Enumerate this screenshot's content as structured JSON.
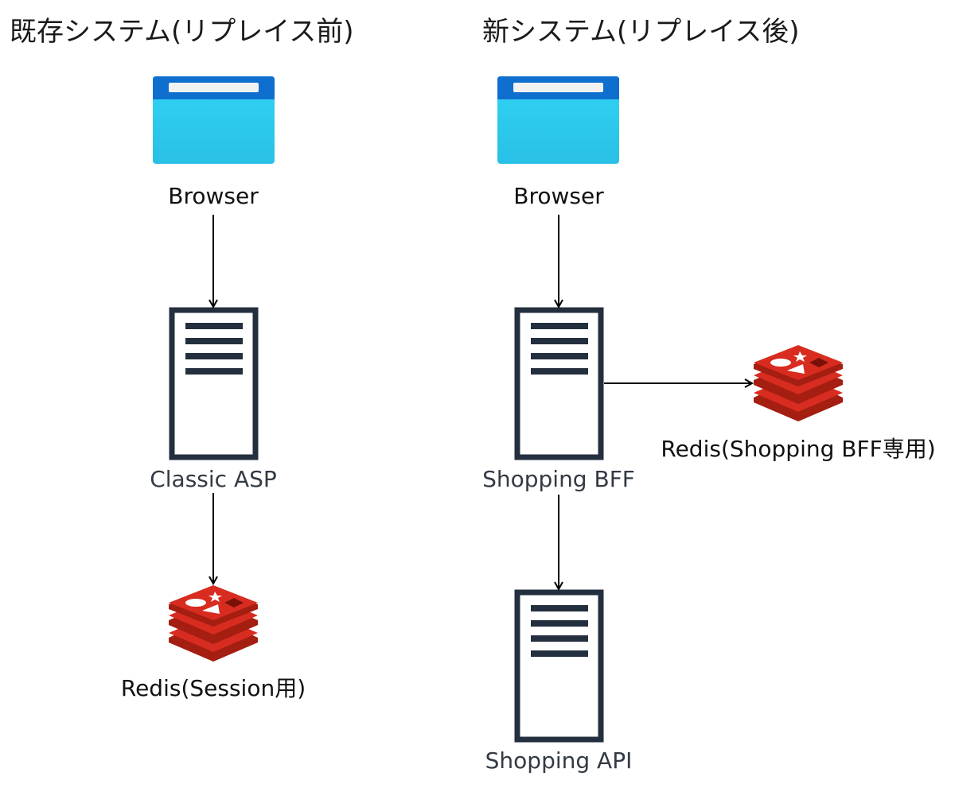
{
  "titles": {
    "before": "既存システム(リプレイス前)",
    "after": "新システム(リプレイス後)"
  },
  "before": {
    "browser_label": "Browser",
    "server_label": "Classic ASP",
    "redis_label": "Redis(Session用)"
  },
  "after": {
    "browser_label": "Browser",
    "bff_label": "Shopping BFF",
    "redis_label": "Redis(Shopping BFF専用)",
    "api_label": "Shopping API"
  },
  "colors": {
    "browser_top": "#0f6fce",
    "browser_body": "#32d4f5",
    "server_stroke": "#232f3e",
    "redis_red": "#d82c20",
    "redis_dark": "#a41e11",
    "arrow": "#000000"
  },
  "icons": {
    "browser": "browser-window-icon",
    "server": "server-icon",
    "redis": "redis-icon"
  }
}
